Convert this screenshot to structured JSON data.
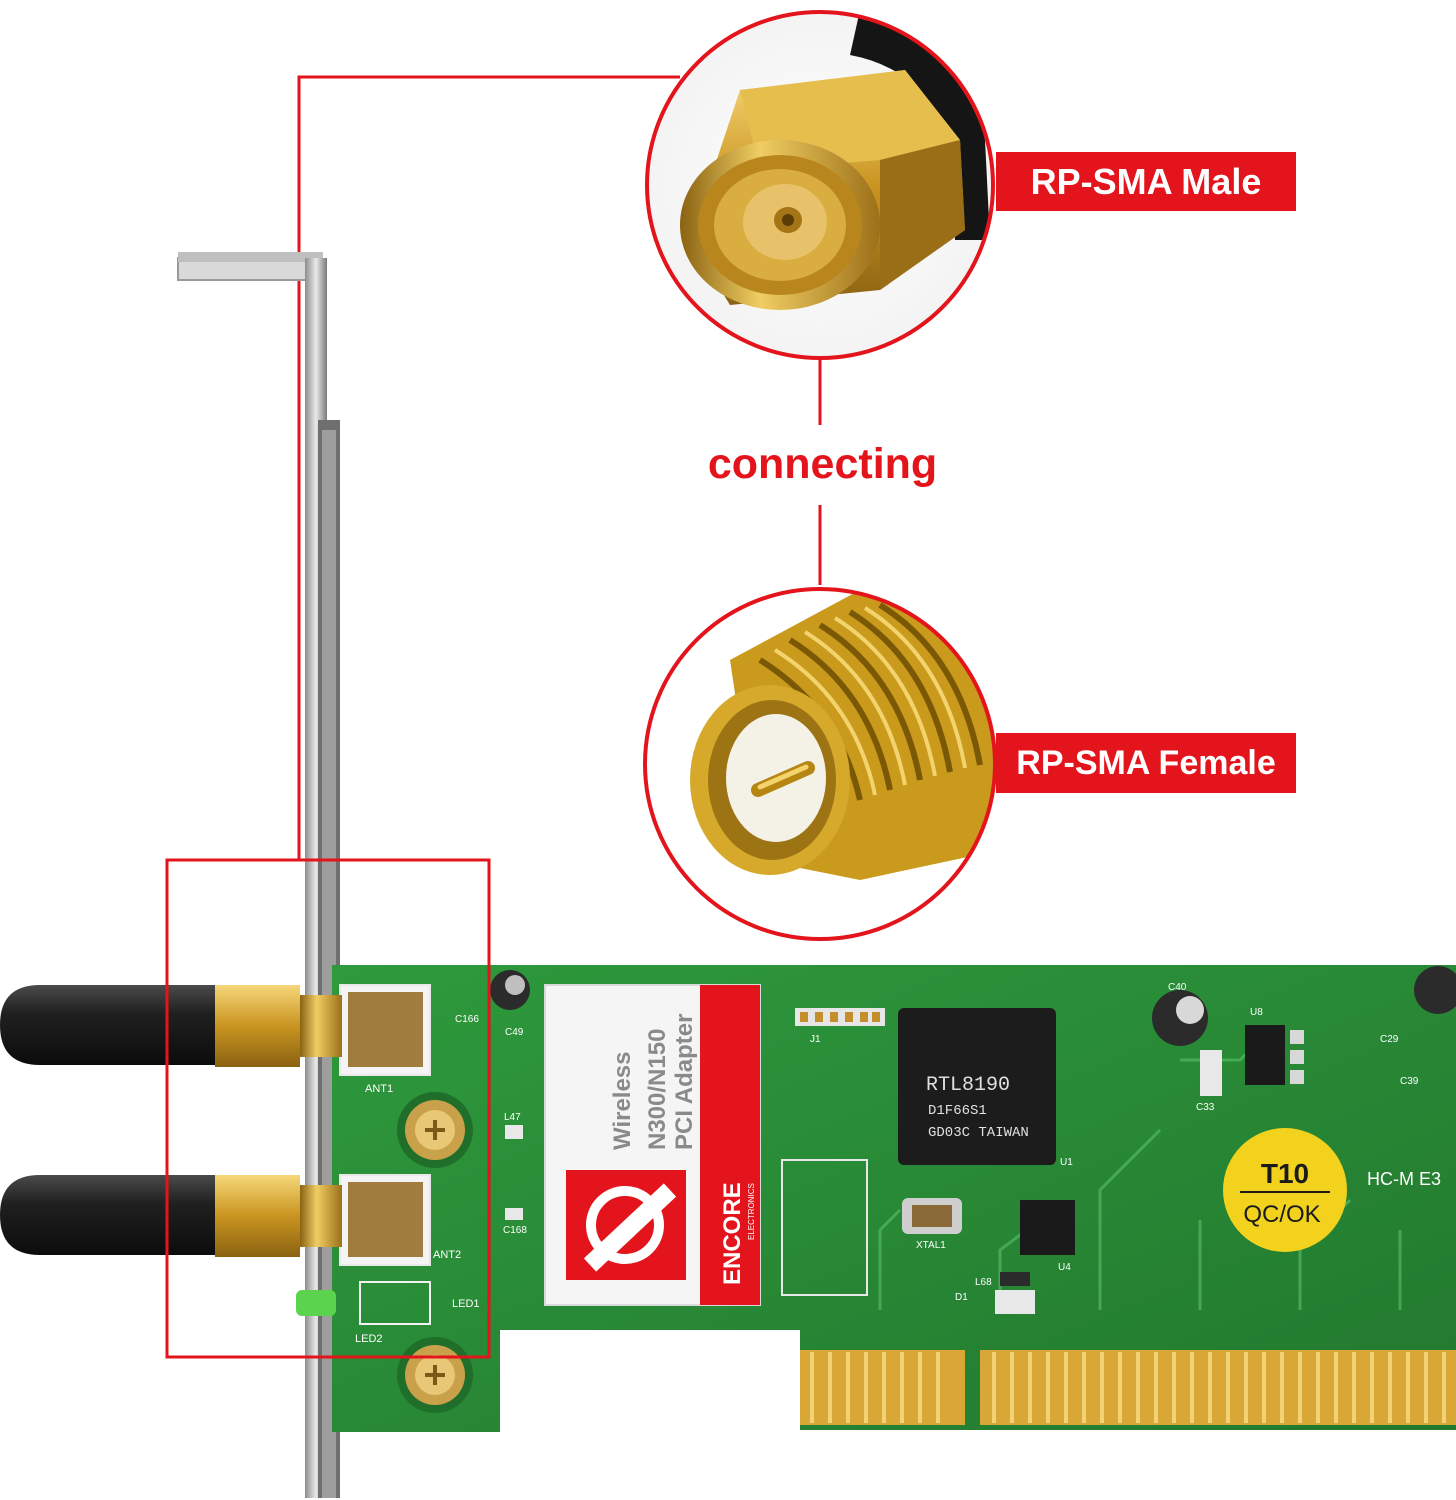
{
  "callouts": {
    "male_label": "RP-SMA Male",
    "female_label": "RP-SMA Female",
    "connecting_label": "connecting"
  },
  "card": {
    "sticker_line1": "Wireless",
    "sticker_line2": "N300/N150",
    "sticker_line3": "PCI Adapter",
    "brand": "ENCORE",
    "brand_sub": "ELECTRONICS",
    "chip_line1": "RTL8190",
    "chip_line2": "D1F66S1",
    "chip_line3": "GD03C TAIWAN",
    "qc_line1": "T10",
    "qc_line2": "QC/OK",
    "mark_hc": "HC-M E3",
    "ant1": "ANT1",
    "ant2": "ANT2",
    "led1": "LED1",
    "led2": "LED2",
    "c166": "C166",
    "c168": "C168",
    "c49": "C49",
    "c40": "C40",
    "c29": "C29",
    "c39": "C39",
    "c33": "C33",
    "l47": "L47",
    "l68": "L68",
    "j1": "J1",
    "u1": "U1",
    "u4": "U4",
    "u8": "U8",
    "d1": "D1",
    "xtal": "XTAL1"
  },
  "colors": {
    "accent_red": "#e3141b",
    "pcb_green": "#2f8f3b",
    "gold": "#d4a429",
    "antenna_black": "#1e1e1e"
  }
}
